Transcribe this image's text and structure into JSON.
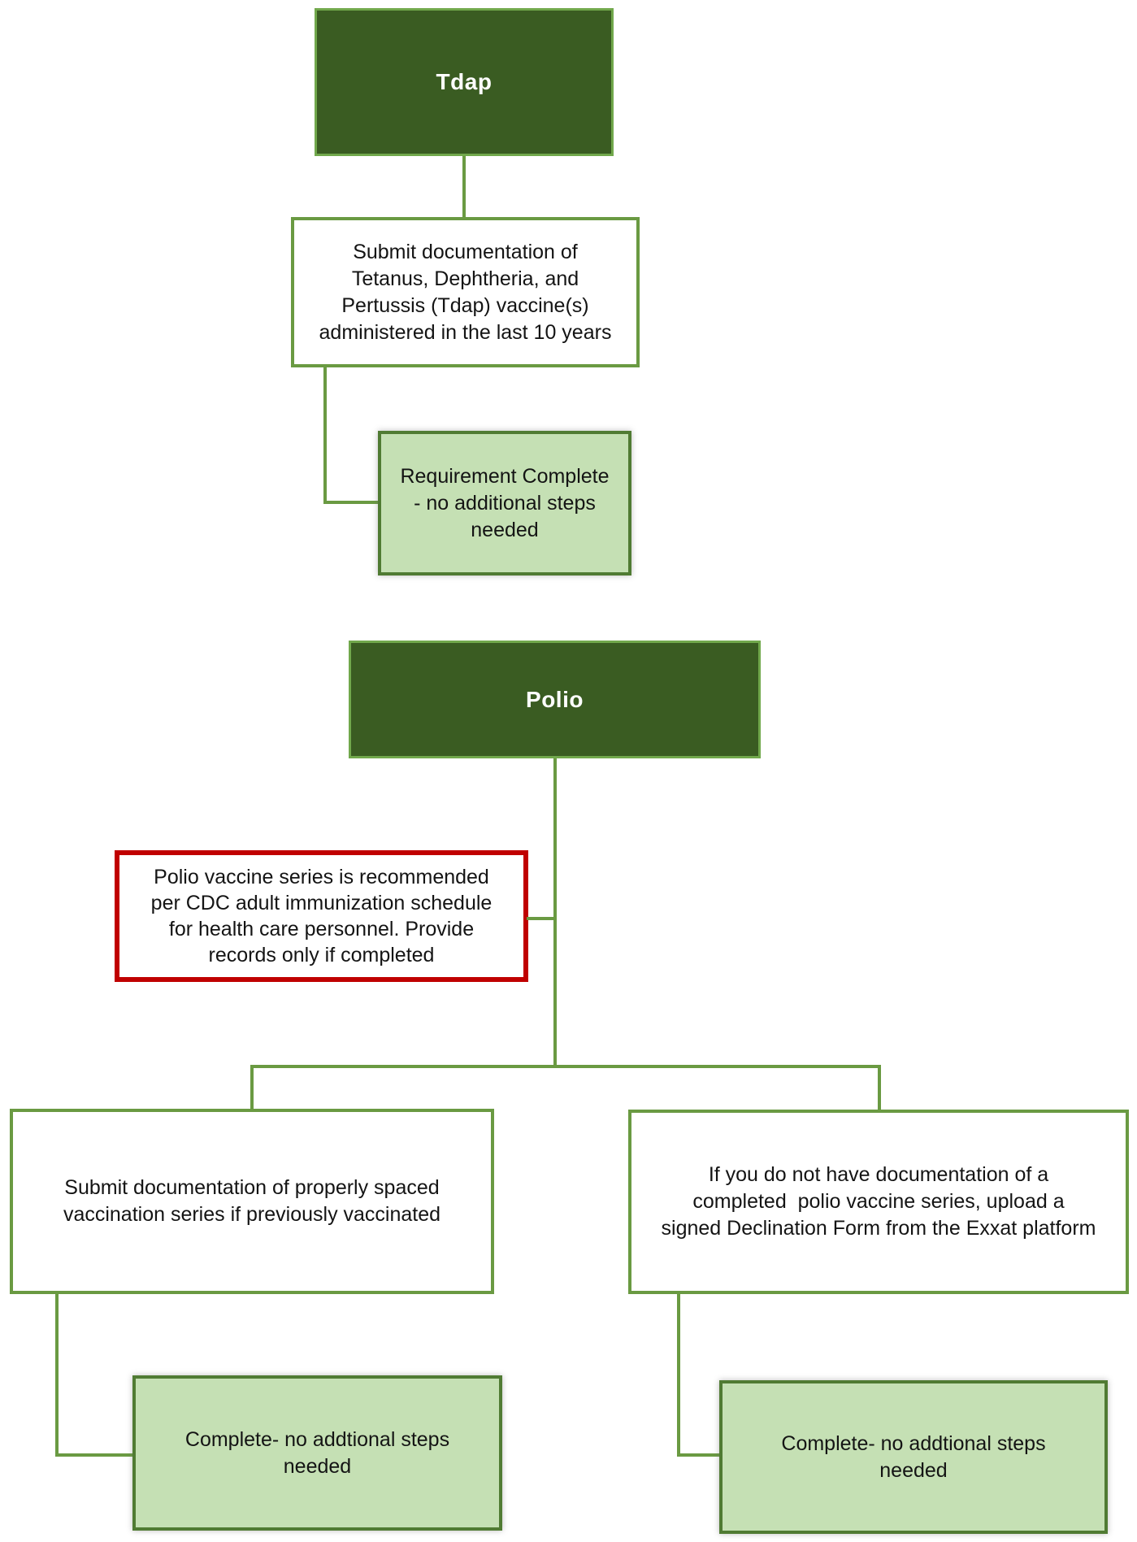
{
  "palette": {
    "dark_green_fill": "#3A5C22",
    "dark_green_border": "#71A84C",
    "connector_green": "#6A9A42",
    "light_green_fill": "#C5E0B4",
    "light_green_border": "#507B33",
    "red_border": "#C00000",
    "text_dark": "#141414",
    "text_light": "#FFFFFF"
  },
  "flowchart": {
    "tdap": {
      "title": "Tdap",
      "step_documentation": "Submit documentation of\nTetanus, Dephtheria, and\nPertussis (Tdap) vaccine(s)\nadministered in the last 10 years",
      "step_complete": "Requirement Complete\n- no additional steps\nneeded"
    },
    "polio": {
      "title": "Polio",
      "note": "Polio vaccine series is recommended\nper CDC adult immunization schedule\nfor health care personnel. Provide\nrecords only if completed",
      "option_documented": "Submit documentation of properly spaced\nvaccination series if previously vaccinated",
      "option_declination": "If you do not have documentation of a\ncompleted  polio vaccine series, upload a\nsigned Declination Form from the Exxat platform",
      "complete_documented": "Complete- no addtional steps\nneeded",
      "complete_declination": "Complete- no addtional steps\nneeded"
    }
  }
}
